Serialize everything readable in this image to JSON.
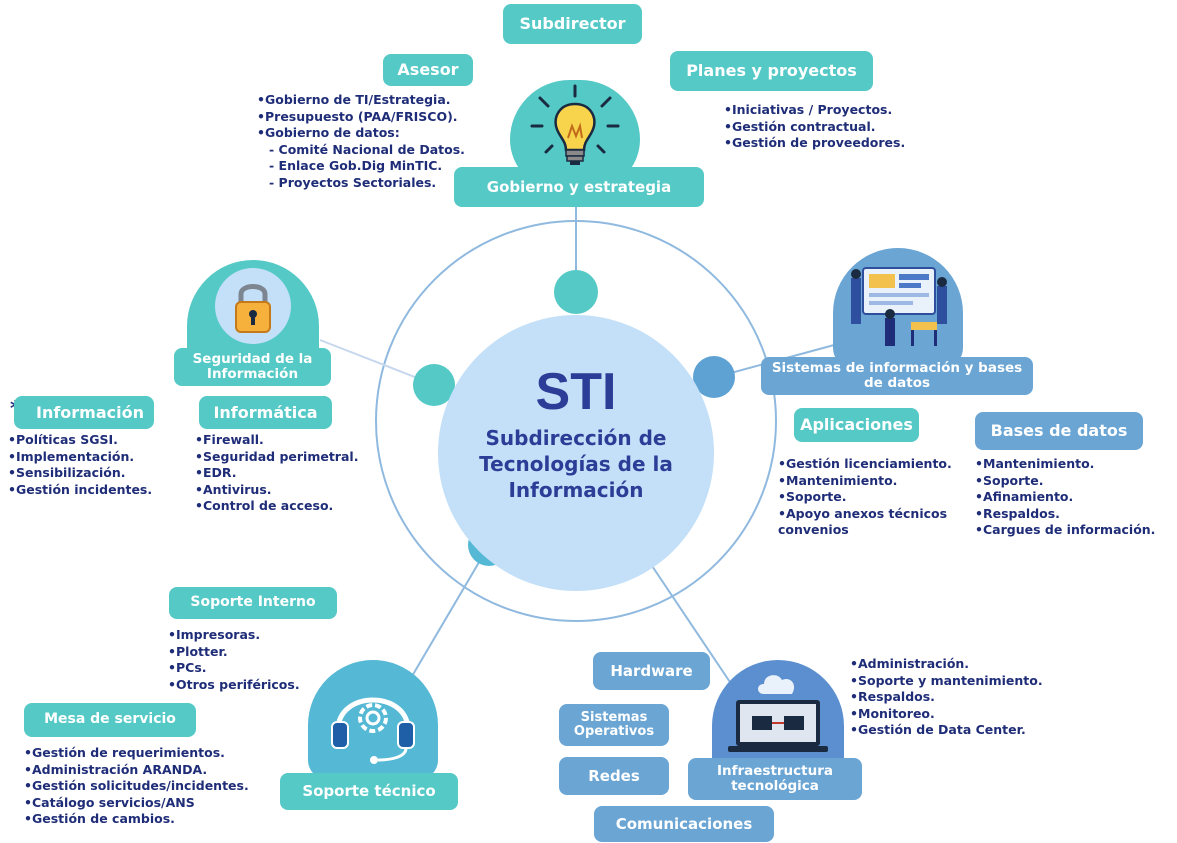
{
  "center": {
    "title": "STI",
    "subtitle": "Subdirección de Tecnologías de la Información"
  },
  "nodes": {
    "gobierno": "Gobierno y estrategia",
    "seguridad": "Seguridad de la Información",
    "sistemas": "Sistemas de información y bases de datos",
    "soporte": "Soporte técnico",
    "infraestructura": "Infraestructura tecnológica"
  },
  "gobierno": {
    "subdirector": "Subdirector",
    "asesor": "Asesor",
    "asesor_items": [
      "Gobierno de TI/Estrategia.",
      "Presupuesto (PAA/FRISCO).",
      "Gobierno de datos:"
    ],
    "asesor_subitems": [
      "Comité Nacional de Datos.",
      "Enlace Gob.Dig MinTIC.",
      "Proyectos Sectoriales."
    ],
    "planes": "Planes y proyectos",
    "planes_items": [
      "Iniciativas / Proyectos.",
      "Gestión contractual.",
      "Gestión de proveedores."
    ]
  },
  "seguridad": {
    "informacion_star": "*",
    "informacion": "Información",
    "informacion_items": [
      "Políticas SGSI.",
      "Implementación.",
      "Sensibilización.",
      "Gestión incidentes."
    ],
    "informatica": "Informática",
    "informatica_items": [
      "Firewall.",
      "Seguridad perimetral.",
      "EDR.",
      "Antivirus.",
      "Control de acceso."
    ]
  },
  "sistemas": {
    "aplicaciones": "Aplicaciones",
    "aplicaciones_items": [
      "Gestión licenciamiento.",
      "Mantenimiento.",
      "Soporte.",
      "Apoyo anexos técnicos"
    ],
    "aplicaciones_cont": "convenios",
    "bases": "Bases de datos",
    "bases_items": [
      "Mantenimiento.",
      "Soporte.",
      "Afinamiento.",
      "Respaldos.",
      "Cargues de información."
    ]
  },
  "soporte": {
    "interno": "Soporte Interno",
    "interno_items": [
      "Impresoras.",
      "Plotter.",
      "PCs.",
      "Otros periféricos."
    ],
    "mesa": "Mesa de servicio",
    "mesa_items": [
      "Gestión de requerimientos.",
      "Administración ARANDA.",
      "Gestión solicitudes/incidentes.",
      "Catálogo servicios/ANS",
      "Gestión de cambios."
    ]
  },
  "infraestructura": {
    "hardware": "Hardware",
    "sistemas_operativos": "Sistemas Operativos",
    "redes": "Redes",
    "comunicaciones": "Comunicaciones",
    "items": [
      "Administración.",
      "Soporte y mantenimiento.",
      "Respaldos.",
      "Monitoreo.",
      "Gestión de Data Center."
    ]
  },
  "colors": {
    "teal": "#55c9c6",
    "blue": "#6aa5d4",
    "center_fill": "#c3e0f8",
    "text_navy": "#1f2d78"
  },
  "icons": [
    "lightbulb-icon",
    "padlock-icon",
    "people-dashboard-icon",
    "headset-gear-icon",
    "cloud-server-icon"
  ]
}
